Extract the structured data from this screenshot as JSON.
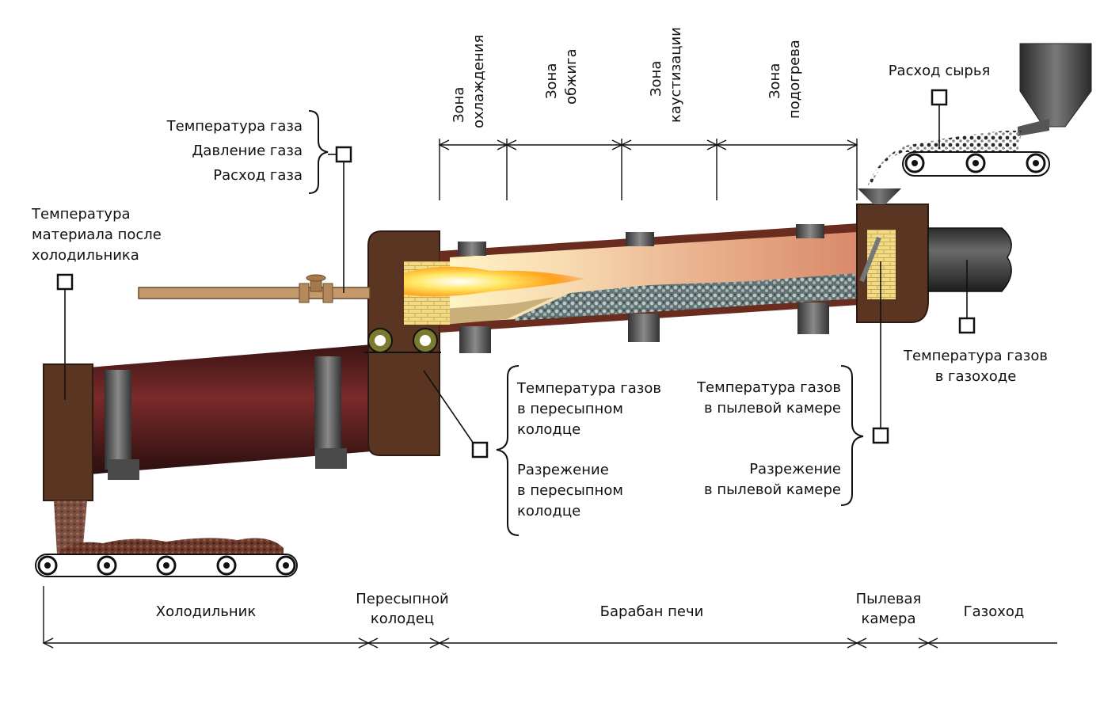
{
  "colors": {
    "brick": "#f1dc85",
    "housing": "#5a3521",
    "housing_dark": "#3b2416",
    "kiln_shell": "#6a2c1e",
    "cooler_shell": "#4a1c1c",
    "clinker": "#6b3a2c",
    "pipe": "#c49a6c",
    "duct": "#3a3a3a",
    "flame": "#ffd24a"
  },
  "zones": {
    "cooling": [
      "Зона",
      "охлаждения"
    ],
    "firing": [
      "Зона",
      "обжига"
    ],
    "causticization": [
      "Зона",
      "каустизации"
    ],
    "preheating": [
      "Зона",
      "подогрева"
    ]
  },
  "labels": {
    "raw_feed": "Расход сырья",
    "gas_temperature": "Температура газа",
    "gas_pressure": "Давление газа",
    "gas_flow": "Расход газа",
    "material_temp": [
      "Температура",
      "материала после",
      "холодильника"
    ],
    "duct_gas_temp": [
      "Температура газов",
      "в газоходе"
    ],
    "transfer_well_temp": [
      "Температура газов",
      "в пересыпном",
      "колодце"
    ],
    "transfer_well_vacuum": [
      "Разрежение",
      "в пересыпном",
      "колодце"
    ],
    "dust_chamber_temp": [
      "Температура газов",
      "в пылевой камере"
    ],
    "dust_chamber_vacuum": [
      "Разрежение",
      "в пылевой камере"
    ]
  },
  "sections": {
    "cooler": "Холодильник",
    "transfer_well": [
      "Пересыпной",
      "колодец"
    ],
    "kiln_drum": "Барабан печи",
    "dust_chamber": [
      "Пылевая",
      "камера"
    ],
    "gas_duct": "Газоход"
  }
}
